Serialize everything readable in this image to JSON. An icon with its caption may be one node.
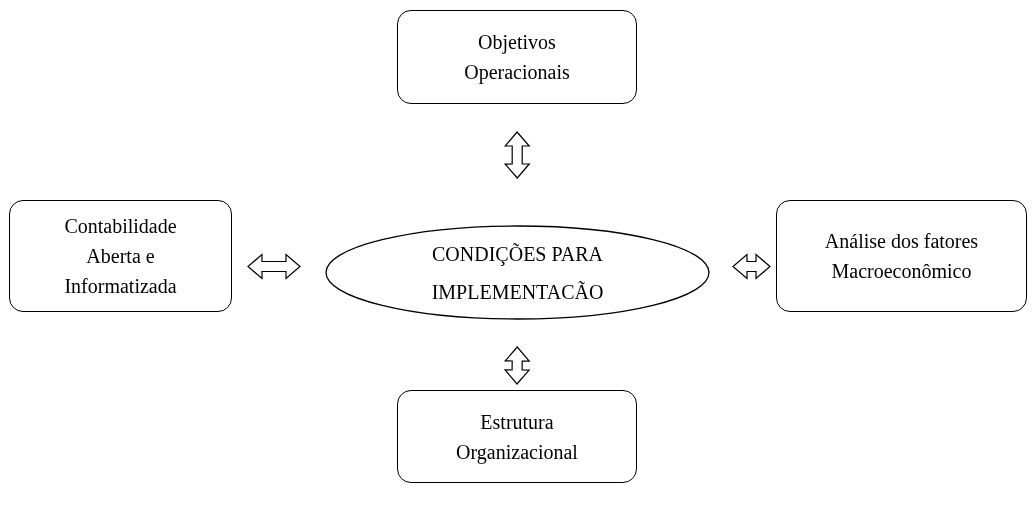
{
  "diagram": {
    "nodes": [
      {
        "text": [
          "Objetivos Operacionais"
        ]
      },
      {
        "text": [
          "Contabilidade Aberta e Informatizada"
        ]
      },
      {
        "text": [
          "CONDIÇÕES PARA IMPLEMENTACÃO"
        ]
      },
      {
        "text": [
          "Análise dos fatores Macroeconômico"
        ]
      },
      {
        "text": [
          "Estrutura Organizacional"
        ]
      }
    ],
    "edges": [
      {
        "from": 2,
        "to": 0,
        "arrow": "both"
      },
      {
        "from": 2,
        "to": 1,
        "arrow": "both"
      },
      {
        "from": 2,
        "to": 3,
        "arrow": "both"
      },
      {
        "from": 2,
        "to": 4,
        "arrow": "both"
      }
    ]
  }
}
